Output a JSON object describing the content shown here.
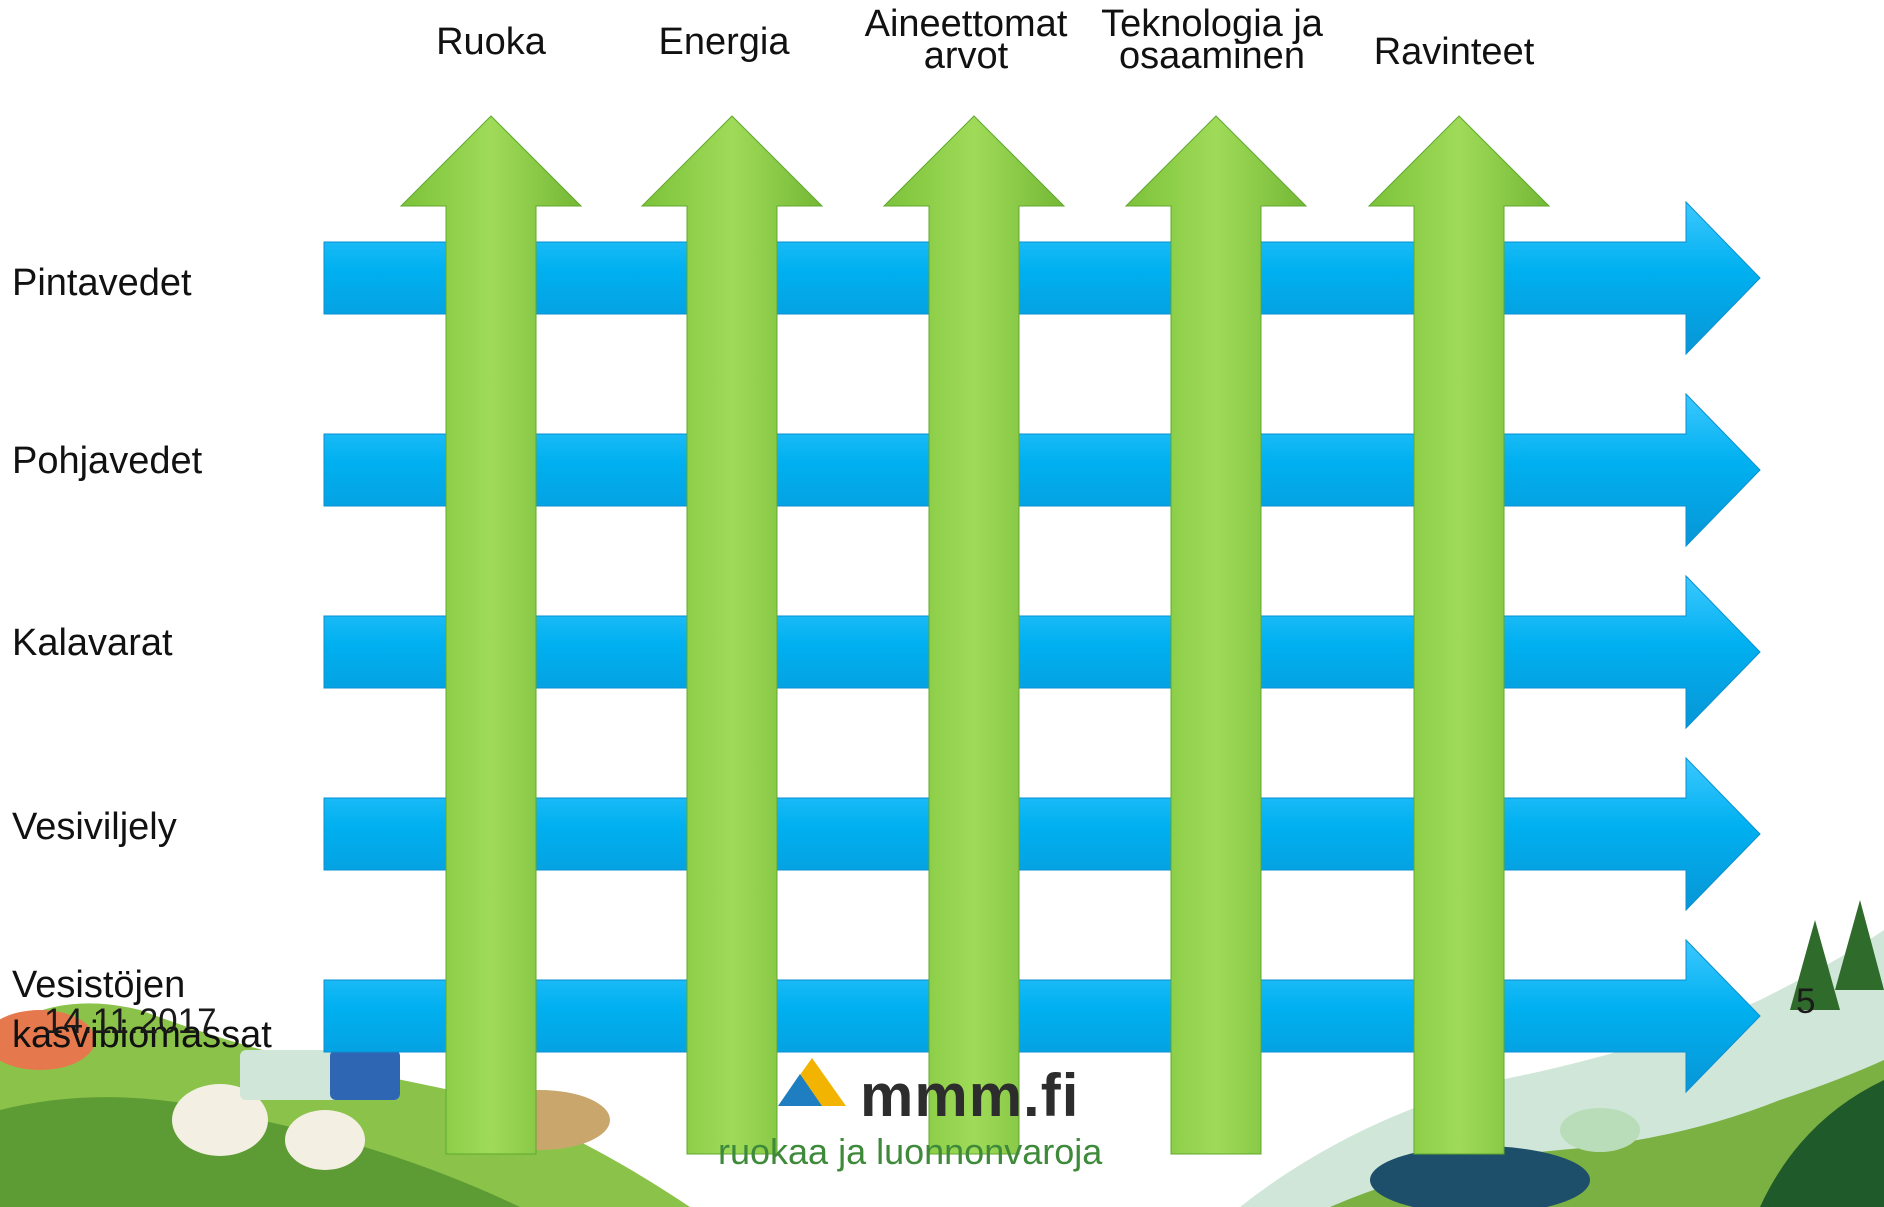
{
  "row_labels": [
    "Pintavedet",
    "Pohjavedet",
    "Kalavarat",
    "Vesiviljely",
    "Vesistöjen kasvibiomassat"
  ],
  "column_labels": [
    [
      "Ruoka"
    ],
    [
      "Energia"
    ],
    [
      "Aineettomat",
      "arvot"
    ],
    [
      "Teknologia ja",
      "osaaminen"
    ],
    [
      "Ravinteet"
    ]
  ],
  "footer": {
    "date": "14.11.2017",
    "page_number": "5"
  },
  "logo": {
    "text": "mmm.fi",
    "tagline": "ruokaa ja luonnonvaroja"
  },
  "colors": {
    "row_arrow": "#00b0f0",
    "row_arrow_dark": "#0a8fd0",
    "column_arrow": "#92d050",
    "column_arrow_dark": "#5fa82e",
    "background_art": [
      "#7bb043",
      "#2f6b2a",
      "#e6784d",
      "#cfe6d8"
    ]
  },
  "icons": [
    "row-arrow",
    "column-arrow",
    "mmm-logo-icon",
    "decorative-landscape-illustration"
  ]
}
